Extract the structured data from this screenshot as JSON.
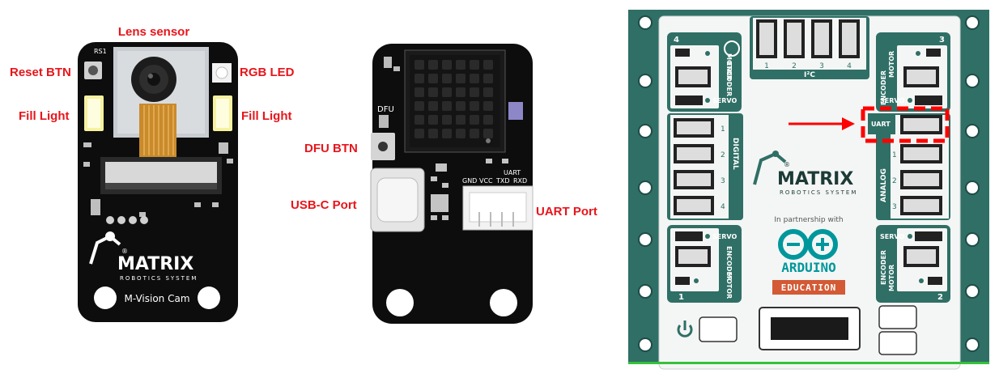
{
  "camera": {
    "labels": {
      "lens_sensor": "Lens sensor",
      "reset_btn": "Reset BTN",
      "rgb_led": "RGB LED",
      "fill_light_left": "Fill Light",
      "fill_light_right": "Fill Light"
    },
    "silk": {
      "rs1": "RS1",
      "brand": "MATRIX",
      "brand_sub": "ROBOTICS SYSTEM",
      "reg": "®",
      "model": "M-Vision Cam"
    }
  },
  "back": {
    "labels": {
      "dfu_btn": "DFU BTN",
      "usbc_port": "USB-C Port",
      "uart_port": "UART Port"
    },
    "silk": {
      "dfu": "DFU",
      "gnd": "GND",
      "vcc": "VCC",
      "txd": "TXD",
      "rxd": "RXD",
      "uart": "UART"
    }
  },
  "controller": {
    "ports": {
      "motor_left": "MOTOR",
      "encoder_left": "ENCODER",
      "servo_left": "SERVO",
      "motor_right": "MOTOR",
      "encoder_right": "ENCODER",
      "servo_right": "SERVO",
      "i2c": "I²C",
      "i2c_nums": [
        "1",
        "2",
        "3",
        "4"
      ],
      "uart": "UART",
      "digital": "DIGITAL",
      "digital_nums": [
        "1",
        "2",
        "3",
        "4"
      ],
      "analog": "ANALOG",
      "analog_nums": [
        "1",
        "2",
        "3"
      ],
      "corner_4": "4",
      "corner_3": "3",
      "corner_1": "1",
      "corner_2": "2"
    },
    "brand": "MATRIX",
    "brand_sub": "ROBOTICS SYSTEM",
    "reg": "®",
    "partnership": "In partnership with",
    "arduino": "ARDUINO",
    "education": "EDUCATION"
  },
  "colors": {
    "label_red": "#e8151b",
    "pcb_black": "#0d0d0d",
    "board_teal": "#2f6f66",
    "board_face": "#f4f6f5",
    "arduino_teal": "#00979c",
    "education_orange": "#d35a35",
    "highlight_red": "#ff0000"
  }
}
